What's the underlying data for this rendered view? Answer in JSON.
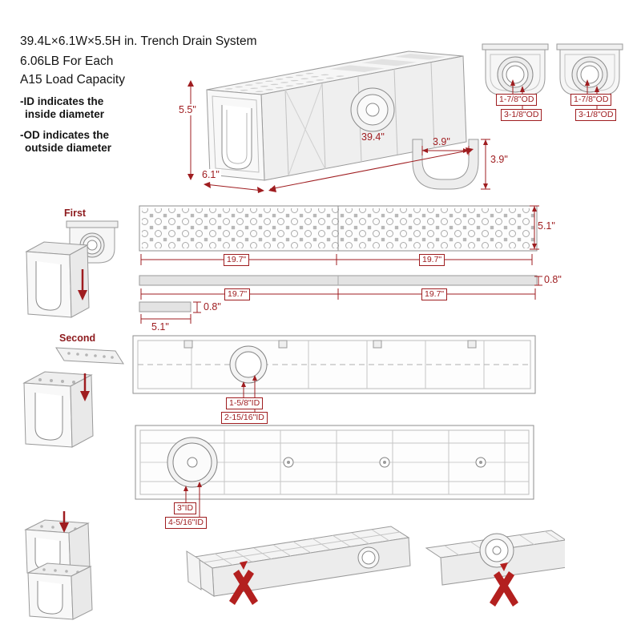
{
  "header": {
    "line1": "39.4L×6.1W×5.5H in. Trench Drain System",
    "line2": "6.06LB For Each",
    "line3": "A15 Load Capacity",
    "note1_line1": "-ID indicates the",
    "note1_line2": "inside diameter",
    "note2_line1": "-OD indicates the",
    "note2_line2": "outside diameter"
  },
  "steps": {
    "first": "First",
    "second": "Second"
  },
  "dims": {
    "iso_height": "5.5\"",
    "iso_width": "6.1\"",
    "iso_length": "39.4\"",
    "cap1_od_small": "1-7/8\"OD",
    "cap1_od_large": "3-1/8\"OD",
    "cap2_od_small": "1-7/8\"OD",
    "cap2_od_large": "3-1/8\"OD",
    "u_width": "3.9\"",
    "u_height": "3.9\"",
    "grate_height": "5.1\"",
    "grate_len_left": "19.7\"",
    "grate_len_right": "19.7\"",
    "bar_height": "0.8\"",
    "bar_len_left": "19.7\"",
    "bar_len_right": "19.7\"",
    "smallbar_height": "0.8\"",
    "smallbar_width": "5.1\"",
    "topview_id_small": "1-5/8\"ID",
    "topview_id_large": "2-15/16\"ID",
    "bottomview_id_small": "3\"ID",
    "bottomview_id_large": "4-5/16\"ID"
  },
  "colors": {
    "dimension_red": "#9f1d20",
    "line_gray": "#9a9a9a"
  }
}
